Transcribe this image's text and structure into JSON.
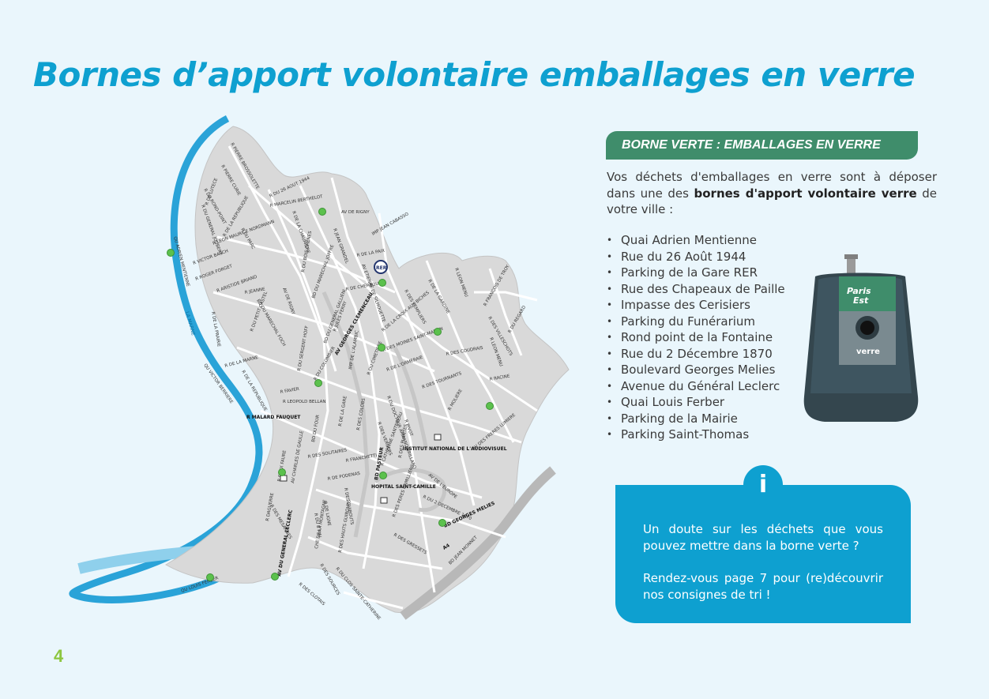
{
  "title": "Bornes d’apport volontaire emballages en verre",
  "section_tag": "BORNE VERTE :  EMBALLAGES EN VERRE",
  "intro": {
    "before": "Vos déchets d'emballages en verre sont à déposer dans une des ",
    "bold": "bornes d'apport volontaire verre",
    "after": " de votre ville :"
  },
  "locations": [
    "Quai Adrien Mentienne",
    "Rue du 26 Août 1944",
    "Parking de la Gare RER",
    "Rue des Chapeaux de Paille",
    "Impasse des Cerisiers",
    "Parking du Funérarium",
    "Rond point de la Fontaine",
    "Rue du 2 Décembre 1870",
    "Boulevard Georges Melies",
    "Avenue du Général Leclerc",
    "Quai Louis Ferber",
    "Parking de la Mairie",
    "Parking Saint-Thomas"
  ],
  "bin": {
    "brand_line1": "Paris",
    "brand_line2": "Est",
    "label": "verre"
  },
  "info": {
    "icon": "i",
    "line1": "Un doute sur les déchets que vous pouvez mettre dans la borne verte ?",
    "line2": "Rendez-vous page 7 pour (re)découvrir nos consignes de tri !"
  },
  "page_number": "4",
  "map": {
    "streets": [
      "R PIERRE BROSSOLETTE",
      "R PIERRE CURIE",
      "R DU ROND-POINT",
      "R DU GENERAL JOUBERT",
      "R DE LUTECE",
      "R DE LA REPUBLIQUE",
      "R LEON MAURICE NORDMANN",
      "R DU PARC",
      "R VICTOR BASCH",
      "QU ADRIEN MENTIENNE",
      "R ROGER FORGET",
      "R ARISTIDE BRIAND",
      "R JEANNE",
      "R DE LA PRAIRIE",
      "BD DU MARECHAL FOCH",
      "R DU PETIT CASTEL",
      "R DE LA MARNE",
      "R DE LA REPUBLIQUE",
      "QU VICTOR BERRIERE",
      "R MALARD FAUQUET",
      "R DU 26 AOUT 1944",
      "R MARCELIN BERTHELOT",
      "R DE LA CHAUMIERE",
      "AV DE RIGNY",
      "R JEAN GRANDEL",
      "IMP JEAN CABASSO",
      "R DE LA PAIX",
      "R DU BOIS CHENES",
      "AV ETIENNE DE SILHOUETTE",
      "BD DU MARECHAL JOFFRE",
      "AV DE RIGNY",
      "BD DU GENERAL GALLIENI",
      "R DE CHERBOURG",
      "R JULES FERRY",
      "AV GEORGES CLEMENCEAU",
      "R DE LA CROIX AUX BICHES",
      "R DES TEMPLIERS",
      "R DE LA GARDINE",
      "R LEON MENU",
      "R FRANCOIS DE TROY",
      "R DES VILLESCHOTS",
      "R DU REGARD",
      "R LEON MENU",
      "R DES MOINES SAINT-MARTIN",
      "R DU CIMETIERE",
      "R DES COUDRAIS",
      "R DES TOURNANTS",
      "R DE L'ORMERAIE",
      "R RACINE",
      "R MOLIERE",
      "AV DES FRERES LUMIERE",
      "R DU COLOMBIER",
      "IMP DE L'ALAMBIC",
      "R DU SERGENT HOFF",
      "R FAVIER",
      "R LEOPOLD BELLAN",
      "BD DU FOUR",
      "AV CHARLES DE GAULLE",
      "R DE LA GARE",
      "R DES COLOBS",
      "R DES VERGERS",
      "R DU DOCTEUR ARMAND BRILLARD",
      "R PIVOT",
      "INSTITUT NATIONAL DE L'AUDIOVISUEL",
      "R DES SOLITAIRES",
      "R FRANCHETTI",
      "BD PASTEUR",
      "R FELIX FAURE",
      "R DAGUERRE",
      "R DU 8 MAI",
      "R DE LIGNE",
      "R DE PODENAS",
      "R DES GUIBOUTS",
      "R CATHERINE SANTEREAU",
      "R DES PLANTES",
      "AV DE L'EUROPE",
      "HOPITAL SAINT-CAMILLE",
      "R DES PERES CAMILLIENS",
      "R DU 2 DECEMBRE 1870",
      "BD GEORGES MELIES",
      "R DES MESANGES",
      "AV DU GENERAL LECLERC",
      "CHE DE LA MONTAGNE",
      "R DES HAUTS GUIBOUTS",
      "R DES GRESSETS",
      "A4",
      "BD JEAN MONNET",
      "QU LOUIS FERBER",
      "R DES SOURCES",
      "R DU CLOS SAINTE-CATHERINE",
      "R DES CLOTAIS",
      "LA MARNE",
      "RER"
    ]
  }
}
